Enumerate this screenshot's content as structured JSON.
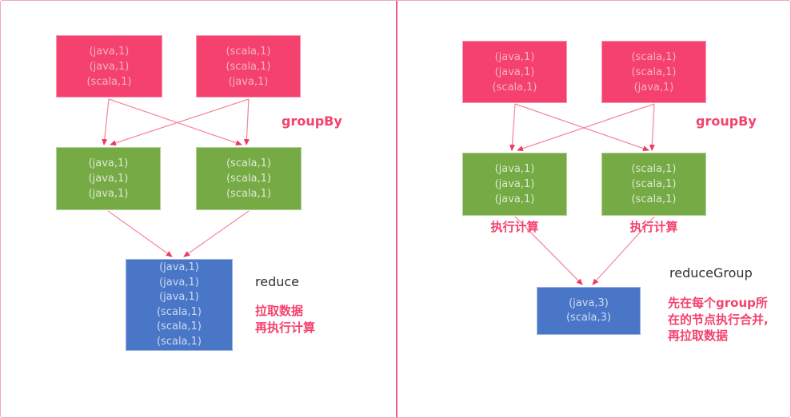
{
  "left_panel": {
    "source_box_1": "(java,1)\n(java,1)\n(scala,1)",
    "source_box_2": "(scala,1)\n(scala,1)\n(java,1)",
    "groupby_label": "groupBy",
    "group_box_1": "(java,1)\n(java,1)\n(java,1)",
    "group_box_2": "(scala,1)\n(scala,1)\n(scala,1)",
    "result_box": "(java,1)\n(java,1)\n(java,1)\n(scala,1)\n(scala,1)\n(scala,1)",
    "operation_label": "reduce",
    "note": "拉取数据\n再执行计算"
  },
  "right_panel": {
    "source_box_1": "(java,1)\n(java,1)\n(scala,1)",
    "source_box_2": "(scala,1)\n(scala,1)\n(java,1)",
    "groupby_label": "groupBy",
    "group_box_1": "(java,1)\n(java,1)\n(java,1)",
    "group_box_2": "(scala,1)\n(scala,1)\n(scala,1)",
    "compute_label_1": "执行计算",
    "compute_label_2": "执行计算",
    "result_box": "(java,3)\n(scala,3)",
    "operation_label": "reduceGroup",
    "note": "先在每个group所\n在的节点执行合并,\n再拉取数据"
  },
  "colors": {
    "source_box": "#f4416d",
    "group_box": "#76aa45",
    "result_box": "#4a76c8",
    "arrow_line": "#f58ba1",
    "arrow_head": "#ed3a63",
    "accent_pink": "#f4426e",
    "label_black": "#303030",
    "divider_pink": "#ec5c82",
    "border_pink": "#f0a8bd"
  }
}
